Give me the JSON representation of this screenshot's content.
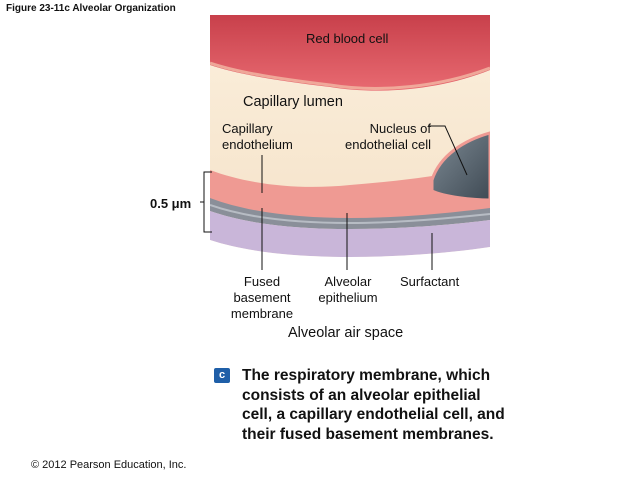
{
  "figure_title": "Figure 23-11c Alveolar Organization",
  "labels": {
    "red_blood_cell": "Red blood cell",
    "capillary_lumen": "Capillary lumen",
    "capillary_endothelium_line1": "Capillary",
    "capillary_endothelium_line2": "endothelium",
    "nucleus_line1": "Nucleus of",
    "nucleus_line2": "endothelial cell",
    "scale": "0.5 μm",
    "fused_line1": "Fused",
    "fused_line2": "basement",
    "fused_line3": "membrane",
    "alveolar_ep_line1": "Alveolar",
    "alveolar_ep_line2": "epithelium",
    "surfactant": "Surfactant",
    "air_space": "Alveolar air space"
  },
  "caption": {
    "badge": "c",
    "text": "The respiratory membrane, which consists of an alveolar epithelial cell, a capillary endothelial cell, and their fused basement membranes."
  },
  "copyright": "© 2012 Pearson Education, Inc.",
  "colors": {
    "rbc": "#d7535e",
    "lumen": "#f6e6cc",
    "endothelium": "#ef9a93",
    "basement": "#8a8f99",
    "epithelium": "#c9b6d9",
    "air_space": "#ffffff",
    "nucleus": "#5e6b76",
    "badge": "#1f5fa8"
  }
}
